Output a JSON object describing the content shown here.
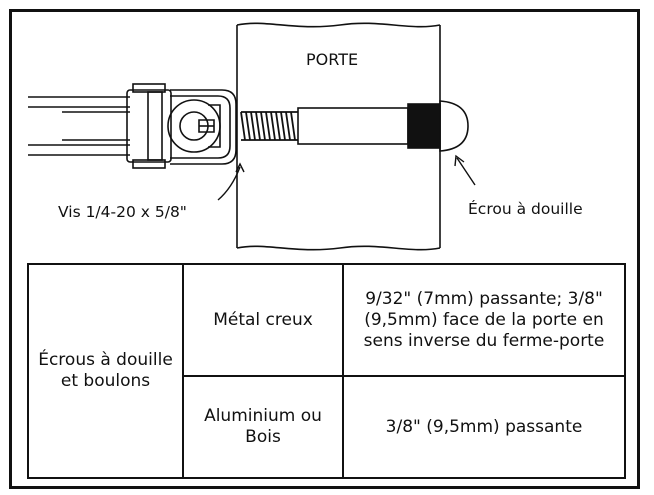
{
  "labels": {
    "porte": "PORTE",
    "vis": "Vis 1/4-20 x 5/8\"",
    "ecrou": "Écrou à douille"
  },
  "table": {
    "group": "Écrous à douille et boulons",
    "rows": [
      {
        "material": "Métal creux",
        "spec": "9/32\" (7mm) passante; 3/8\" (9,5mm) face de la porte en sens inverse du ferme-porte"
      },
      {
        "material": "Aluminium ou Bois",
        "spec": "3/8\" (9,5mm) passante"
      }
    ]
  },
  "icons": {
    "door": "door-section-icon",
    "arm": "closer-arm-icon",
    "screw": "screw-icon",
    "bolt": "sex-bolt-icon"
  },
  "colors": {
    "ink": "#111111",
    "background": "#ffffff"
  }
}
